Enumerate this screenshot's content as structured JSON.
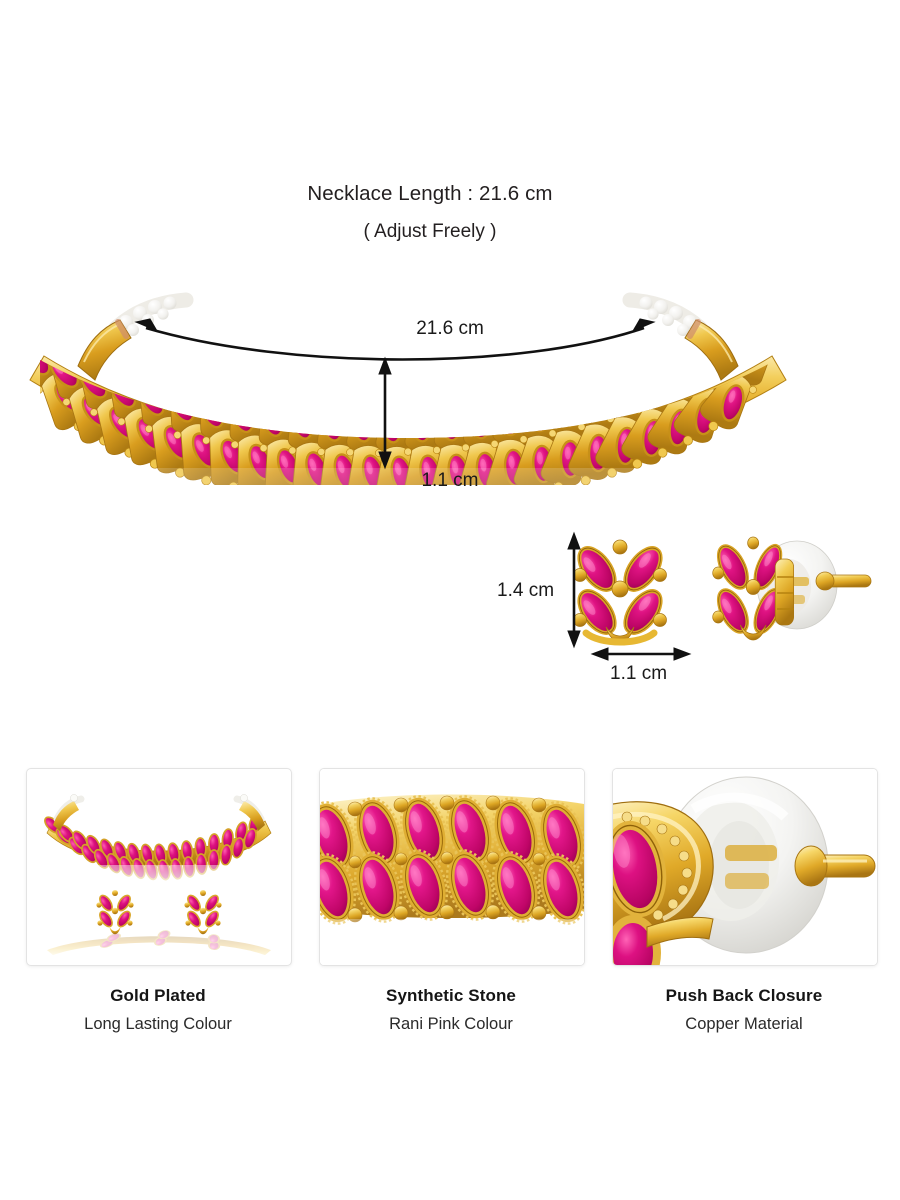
{
  "header": {
    "length_line": "Necklace Length : 21.6 cm",
    "adjust_line": "( Adjust Freely )"
  },
  "necklace": {
    "length_label": "21.6 cm",
    "height_label": "1.1 cm",
    "alt": "gold plated choker necklace set with two rows of rani pink marquise stones"
  },
  "earring": {
    "height_label": "1.4 cm",
    "width_label": "1.1 cm",
    "alt": "pair of gold plated stud earrings with four rani pink marquise stones and push back closure"
  },
  "cards": [
    {
      "title": "Gold Plated",
      "subtitle": "Long Lasting Colour",
      "photo_name": "full-jewellery-set-photo",
      "alt": "complete necklace and earring set on white background"
    },
    {
      "title": "Synthetic Stone",
      "subtitle": "Rani Pink Colour",
      "photo_name": "stone-closeup-photo",
      "alt": "macro close up of rani pink marquise stones in gold settings"
    },
    {
      "title": "Push Back Closure",
      "subtitle": "Copper Material",
      "photo_name": "push-back-closure-photo",
      "alt": "macro close up of earring push back closure with white disc and gold post"
    }
  ],
  "colors": {
    "background": "#ffffff",
    "text": "#231f20",
    "dimension_line": "#111111",
    "stone_pink": "#cf0a74",
    "stone_pink_light": "#e8318f",
    "stone_pink_dark": "#8e0149",
    "gold": "#e6b12e",
    "gold_light": "#f8e28c",
    "gold_dark": "#b8821a",
    "card_border": "#e3e3e3"
  }
}
